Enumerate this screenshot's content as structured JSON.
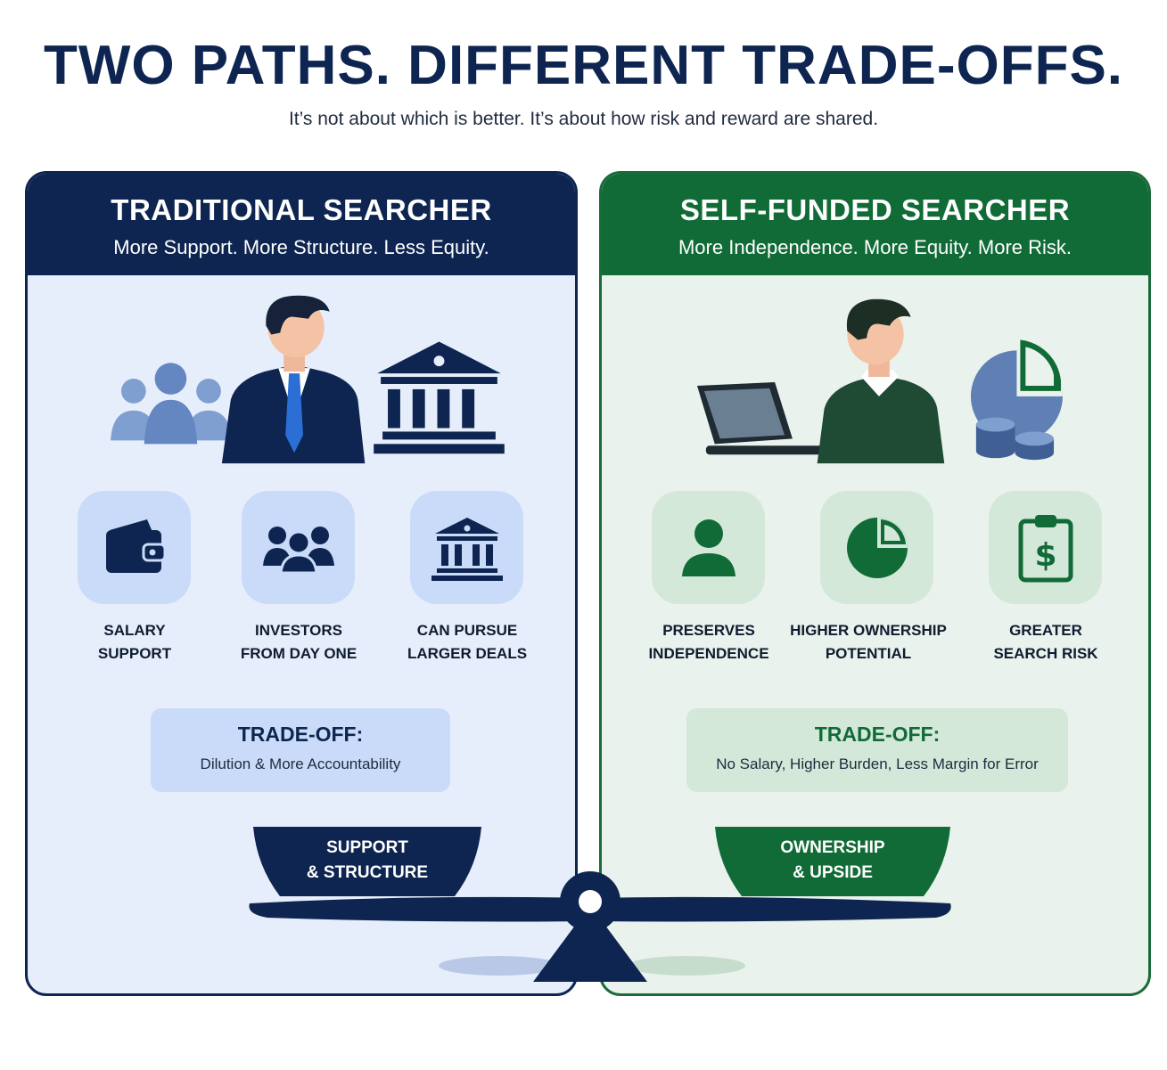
{
  "header": {
    "title": "TWO PATHS. DIFFERENT TRADE-OFFS.",
    "subtitle": "It’s not about which is better. It’s about how risk and reward are shared."
  },
  "colors": {
    "navy": "#0d2550",
    "green": "#116b37",
    "left_bg": "#e7eefb",
    "right_bg": "#e9f2ec"
  },
  "left": {
    "title": "TRADITIONAL SEARCHER",
    "subtitle": "More Support. More Structure. Less Equity.",
    "hero_icons": [
      "group-icon",
      "businessman-icon",
      "bank-icon"
    ],
    "features": [
      {
        "icon": "wallet-icon",
        "line1": "SALARY",
        "line2": "SUPPORT"
      },
      {
        "icon": "investors-icon",
        "line1": "INVESTORS",
        "line2": "FROM DAY ONE"
      },
      {
        "icon": "bank-icon",
        "line1": "CAN PURSUE",
        "line2": "LARGER DEALS"
      }
    ],
    "tradeoff_heading": "TRADE-OFF:",
    "tradeoff_text": "Dilution & More Accountability",
    "scale_line1": "SUPPORT",
    "scale_line2": "& STRUCTURE"
  },
  "right": {
    "title": "SELF-FUNDED SEARCHER",
    "subtitle": "More Independence. More Equity. More Risk.",
    "hero_icons": [
      "laptop-icon",
      "searcher-icon",
      "pie-chart-icon",
      "coins-icon"
    ],
    "features": [
      {
        "icon": "person-icon",
        "line1": "PRESERVES",
        "line2": "INDEPENDENCE"
      },
      {
        "icon": "pie-chart-icon",
        "line1": "HIGHER OWNERSHIP",
        "line2": "POTENTIAL"
      },
      {
        "icon": "clipboard-dollar-icon",
        "line1": "GREATER",
        "line2": "SEARCH RISK"
      }
    ],
    "tradeoff_heading": "TRADE-OFF:",
    "tradeoff_text": "No Salary, Higher Burden, Less Margin for Error",
    "scale_line1": "OWNERSHIP",
    "scale_line2": "& UPSIDE"
  }
}
